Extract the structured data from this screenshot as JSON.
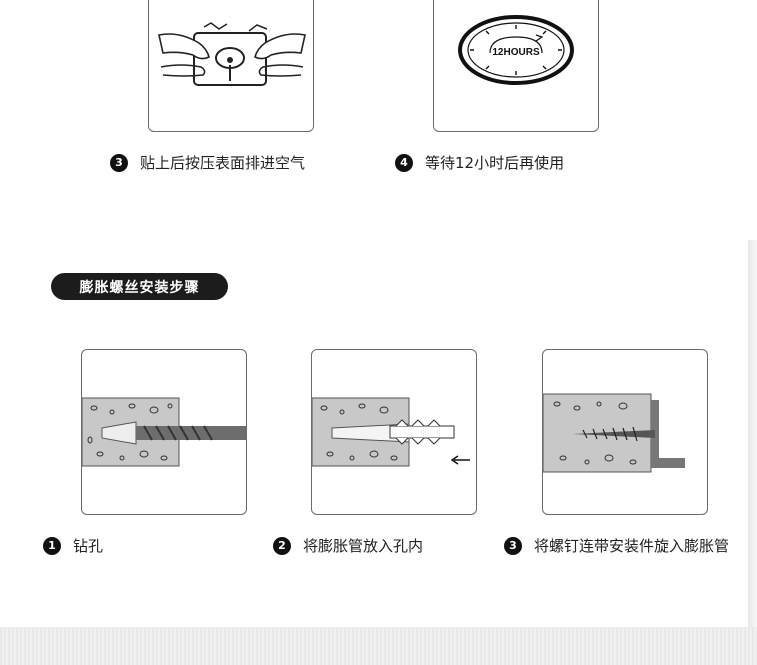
{
  "top_steps": [
    {
      "num": "3",
      "label": "贴上后按压表面排进空气"
    },
    {
      "num": "4",
      "label": "等待12小时后再使用"
    }
  ],
  "clock_text": "12HOURS",
  "section_title": "膨胀螺丝安装步骤",
  "bottom_steps": [
    {
      "num": "1",
      "label": "钻孔"
    },
    {
      "num": "2",
      "label": "将膨胀管放入孔内"
    },
    {
      "num": "3",
      "label": "将螺钉连带安装件旋入膨胀管"
    }
  ],
  "colors": {
    "concrete": "#c8c8c8",
    "dark": "#1c1c1c",
    "border": "#6a6a6a"
  }
}
